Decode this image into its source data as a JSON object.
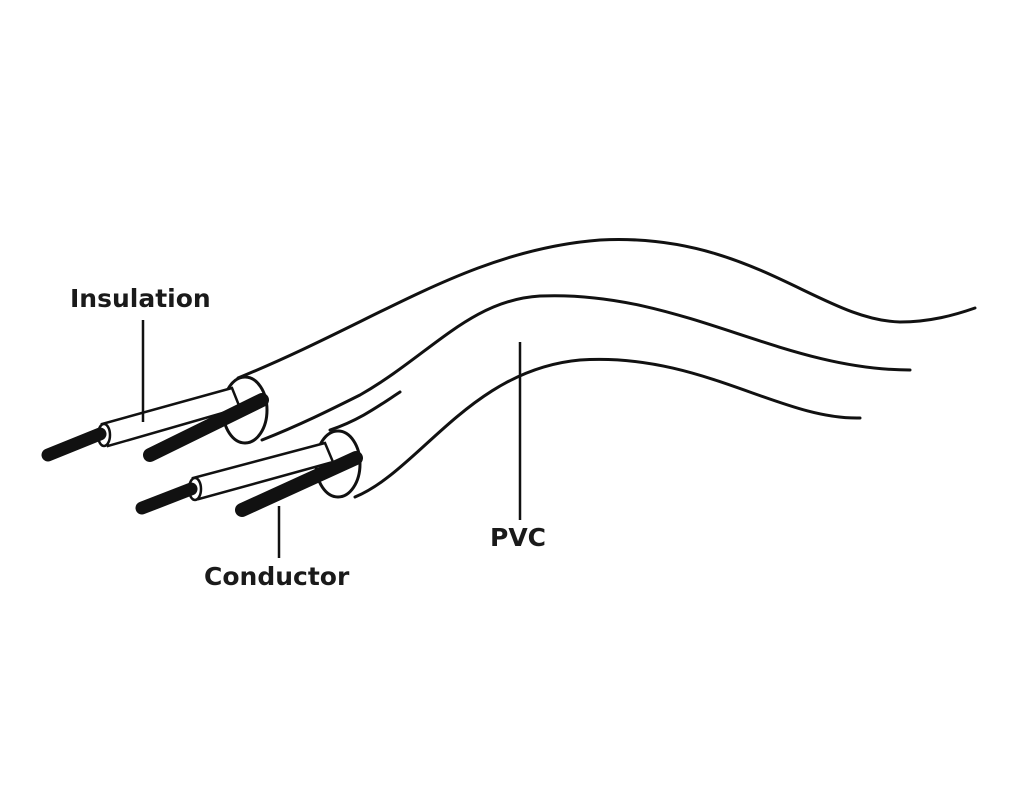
{
  "labels": {
    "insulation": "Insulation",
    "conductor": "Conductor",
    "pvc": "PVC"
  },
  "colors": {
    "line": "#111111",
    "background": "#ffffff"
  }
}
